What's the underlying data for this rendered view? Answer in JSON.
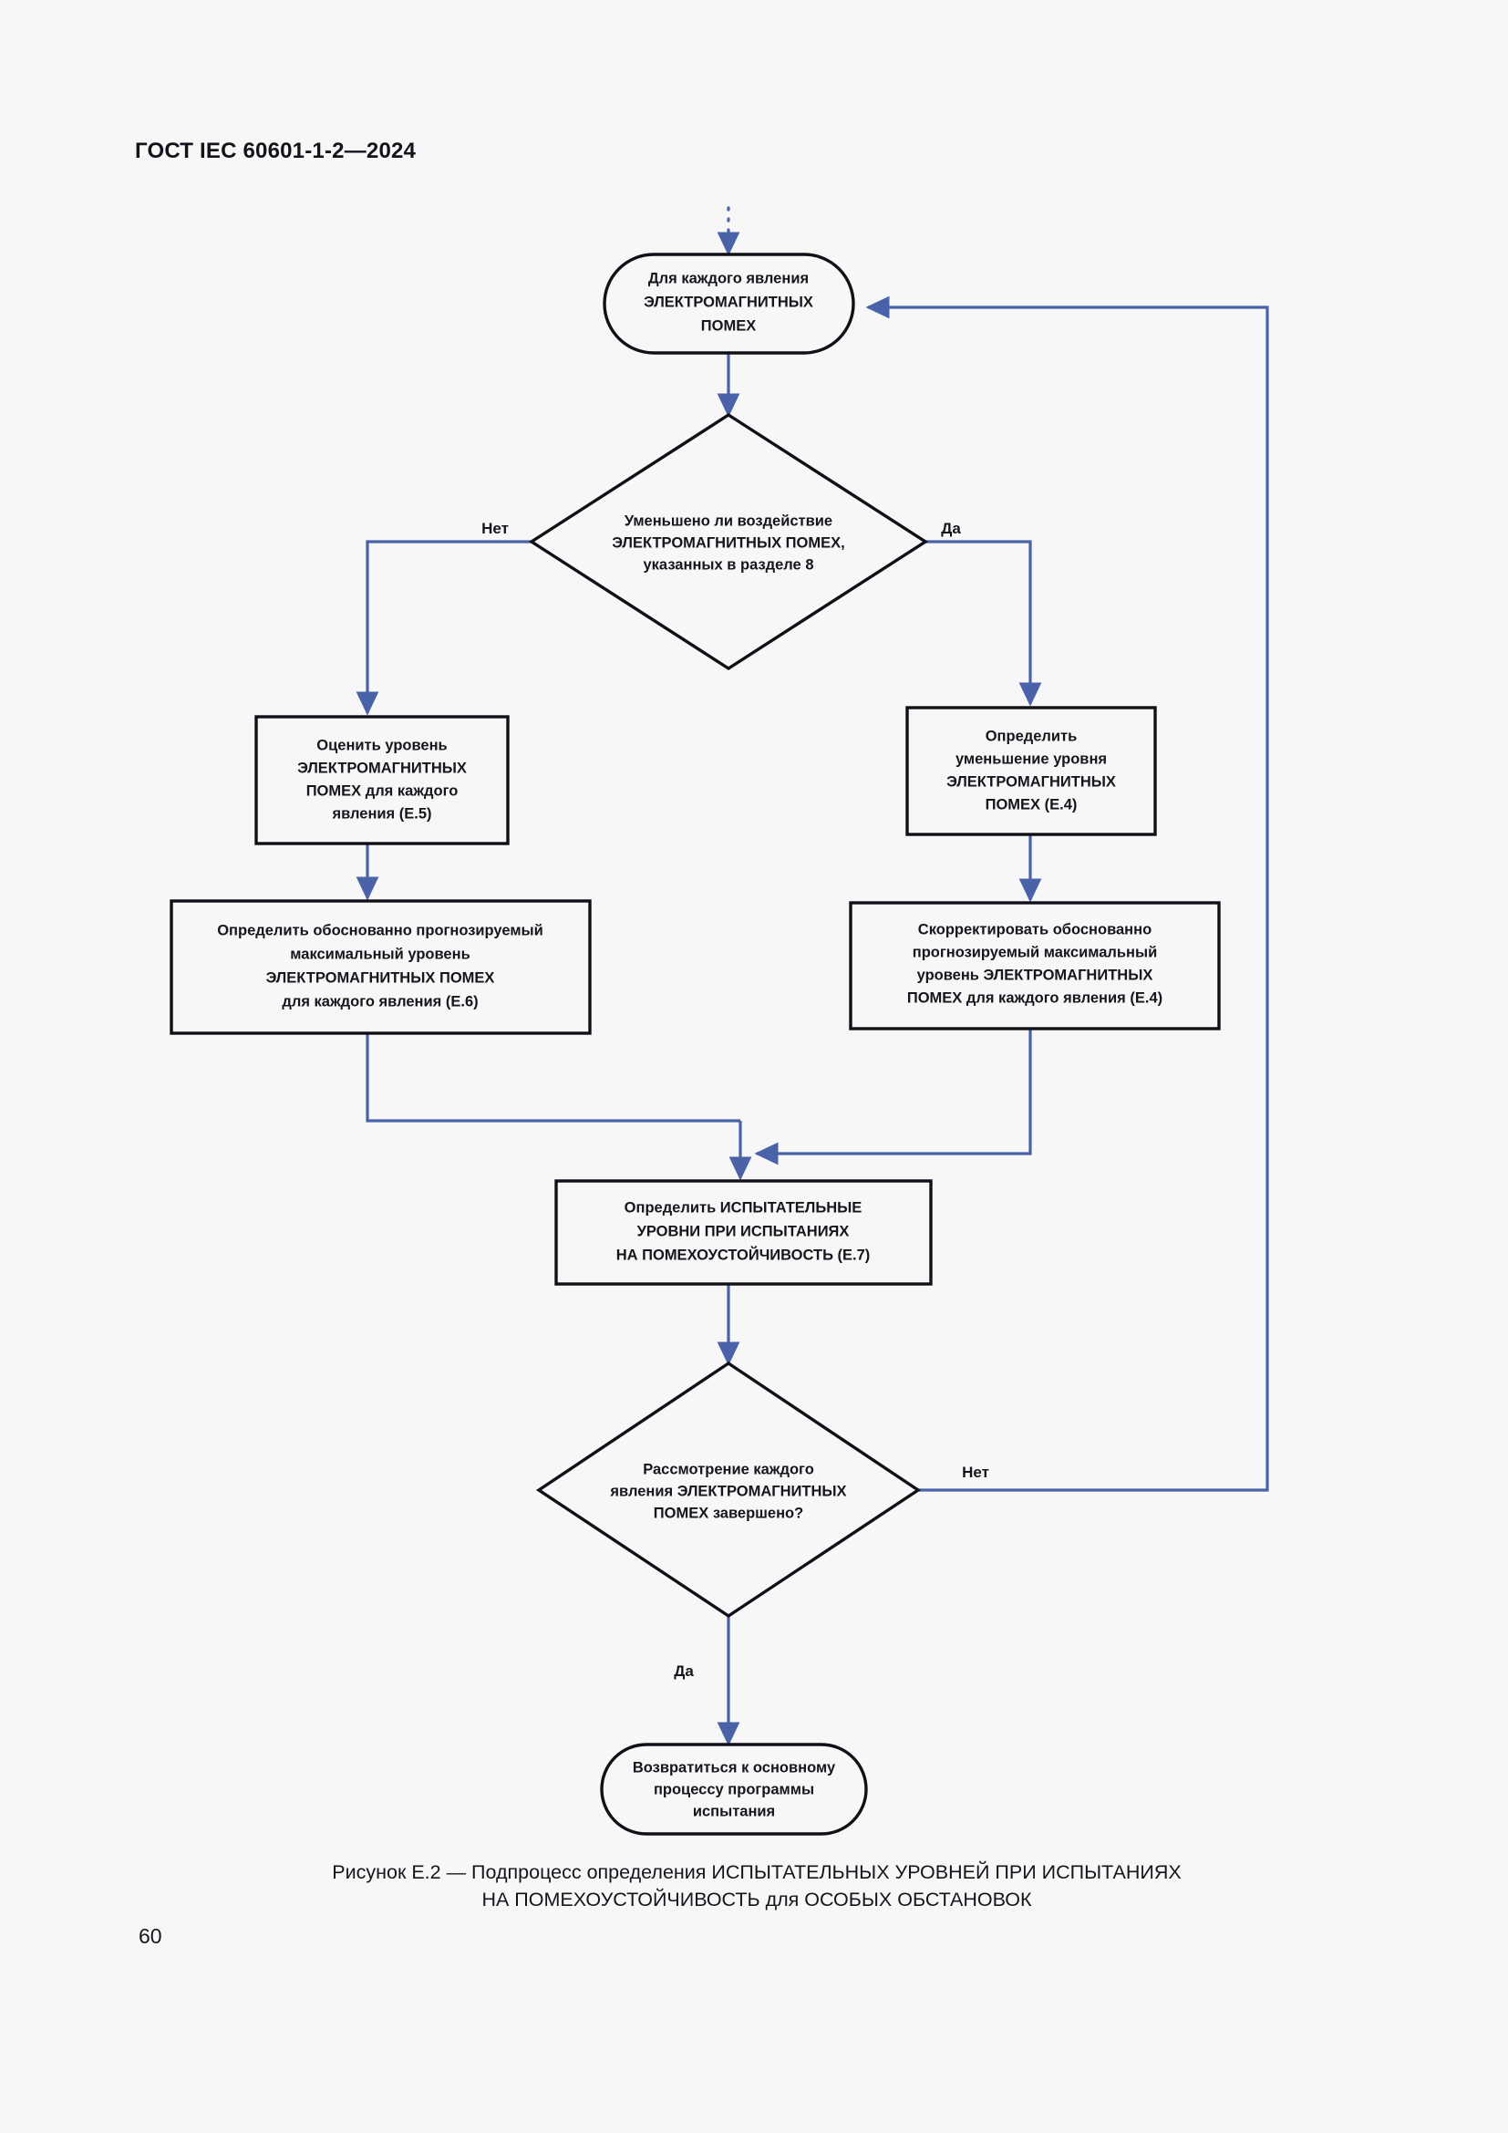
{
  "document": {
    "header": "ГОСТ IEC 60601-1-2—2024",
    "page_number": "60",
    "caption_line1": "Рисунок Е.2 — Подпроцесс определения ИСПЫТАТЕЛЬНЫХ УРОВНЕЙ ПРИ ИСПЫТАНИЯХ",
    "caption_line2": "НА ПОМЕХОУСТОЙЧИВОСТЬ для ОСОБЫХ ОБСТАНОВОК"
  },
  "colors": {
    "page_background": "#f7f7f7",
    "node_border": "#101018",
    "node_fill": "#f7f7f7",
    "connector": "#4a62a8",
    "text": "#15151d"
  },
  "chart_data": {
    "type": "diagram",
    "title": "Рисунок Е.2 — Подпроцесс определения ИСПЫТАТЕЛЬНЫХ УРОВНЕЙ ПРИ ИСПЫТАНИЯХ НА ПОМЕХОУСТОЙЧИВОСТЬ для ОСОБЫХ ОБСТАНОВОК",
    "nodes": [
      {
        "id": "start",
        "shape": "stadium",
        "lines": [
          "Для каждого явления",
          "ЭЛЕКТРОМАГНИТНЫХ",
          "ПОМЕХ"
        ]
      },
      {
        "id": "decision1",
        "shape": "diamond",
        "lines": [
          "Уменьшено ли воздействие",
          "ЭЛЕКТРОМАГНИТНЫХ ПОМЕХ,",
          "указанных в разделе 8"
        ]
      },
      {
        "id": "process-e5",
        "shape": "rect",
        "lines": [
          "Оценить уровень",
          "ЭЛЕКТРОМАГНИТНЫХ",
          "ПОМЕХ для каждого",
          "явления (Е.5)"
        ]
      },
      {
        "id": "process-e4-reduce",
        "shape": "rect",
        "lines": [
          "Определить",
          "уменьшение уровня",
          "ЭЛЕКТРОМАГНИТНЫХ",
          "ПОМЕХ (Е.4)"
        ]
      },
      {
        "id": "process-e6",
        "shape": "rect",
        "lines": [
          "Определить обоснованно прогнозируемый",
          "максимальный уровень",
          "ЭЛЕКТРОМАГНИТНЫХ ПОМЕХ",
          "для каждого явления (Е.6)"
        ]
      },
      {
        "id": "process-e4-correct",
        "shape": "rect",
        "lines": [
          "Скорректировать обоснованно",
          "прогнозируемый максимальный",
          "уровень ЭЛЕКТРОМАГНИТНЫХ",
          "ПОМЕХ для каждого явления (Е.4)"
        ]
      },
      {
        "id": "process-e7",
        "shape": "rect",
        "lines": [
          "Определить ИСПЫТАТЕЛЬНЫЕ",
          "УРОВНИ ПРИ ИСПЫТАНИЯХ",
          "НА ПОМЕХОУСТОЙЧИВОСТЬ (Е.7)"
        ]
      },
      {
        "id": "decision2",
        "shape": "diamond",
        "lines": [
          "Рассмотрение каждого",
          "явления ЭЛЕКТРОМАГНИТНЫХ",
          "ПОМЕХ завершено?"
        ]
      },
      {
        "id": "end",
        "shape": "stadium",
        "lines": [
          "Возвратиться к основному",
          "процессу программы",
          "испытания"
        ]
      }
    ],
    "edges": [
      {
        "id": "edge-entry",
        "from": "(above)",
        "to": "start",
        "label": "",
        "style": "dotted"
      },
      {
        "id": "edge-start-d1",
        "from": "start",
        "to": "decision1",
        "label": "",
        "style": "solid"
      },
      {
        "id": "edge-d1-no",
        "from": "decision1",
        "to": "process-e5",
        "label": "Нет",
        "style": "solid"
      },
      {
        "id": "edge-d1-yes",
        "from": "decision1",
        "to": "process-e4-reduce",
        "label": "Да",
        "style": "solid"
      },
      {
        "id": "edge-e5-e6",
        "from": "process-e5",
        "to": "process-e6",
        "label": "",
        "style": "solid"
      },
      {
        "id": "edge-e4r-e4c",
        "from": "process-e4-reduce",
        "to": "process-e4-correct",
        "label": "",
        "style": "solid"
      },
      {
        "id": "edge-e6-e7",
        "from": "process-e6",
        "to": "process-e7",
        "label": "",
        "style": "solid"
      },
      {
        "id": "edge-e4c-e7",
        "from": "process-e4-correct",
        "to": "process-e7",
        "label": "",
        "style": "solid"
      },
      {
        "id": "edge-e7-d2",
        "from": "process-e7",
        "to": "decision2",
        "label": "",
        "style": "solid"
      },
      {
        "id": "edge-d2-no",
        "from": "decision2",
        "to": "start",
        "label": "Нет",
        "style": "solid"
      },
      {
        "id": "edge-d2-yes",
        "from": "decision2",
        "to": "end",
        "label": "Да",
        "style": "solid"
      }
    ]
  }
}
